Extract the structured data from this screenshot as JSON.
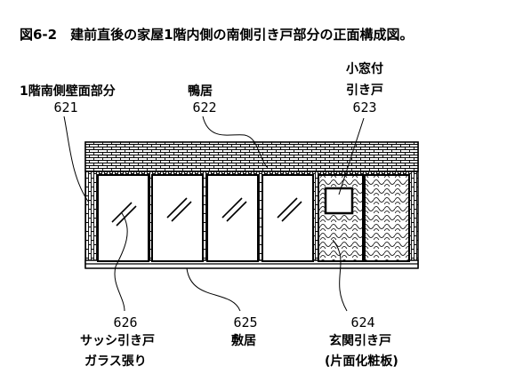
{
  "title": "図6-2　建前直後の家屋1階内側の南側引き戸部分の正面構成図。",
  "labels": {
    "wall_name": "1階南側壁面部分",
    "wall_num": "621",
    "kamoi_name": "鴨居",
    "kamoi_num": "622",
    "small_window_line1": "小窓付",
    "small_window_line2": "引き戸",
    "small_window_num": "623",
    "sash_num": "626",
    "sash_line1": "サッシ引き戸",
    "sash_line2": "ガラス張り",
    "shikii_num": "625",
    "shikii_name": "敷居",
    "entrance_num": "624",
    "entrance_line1": "玄関引き戸",
    "entrance_line2": "(片面化粧板)"
  }
}
